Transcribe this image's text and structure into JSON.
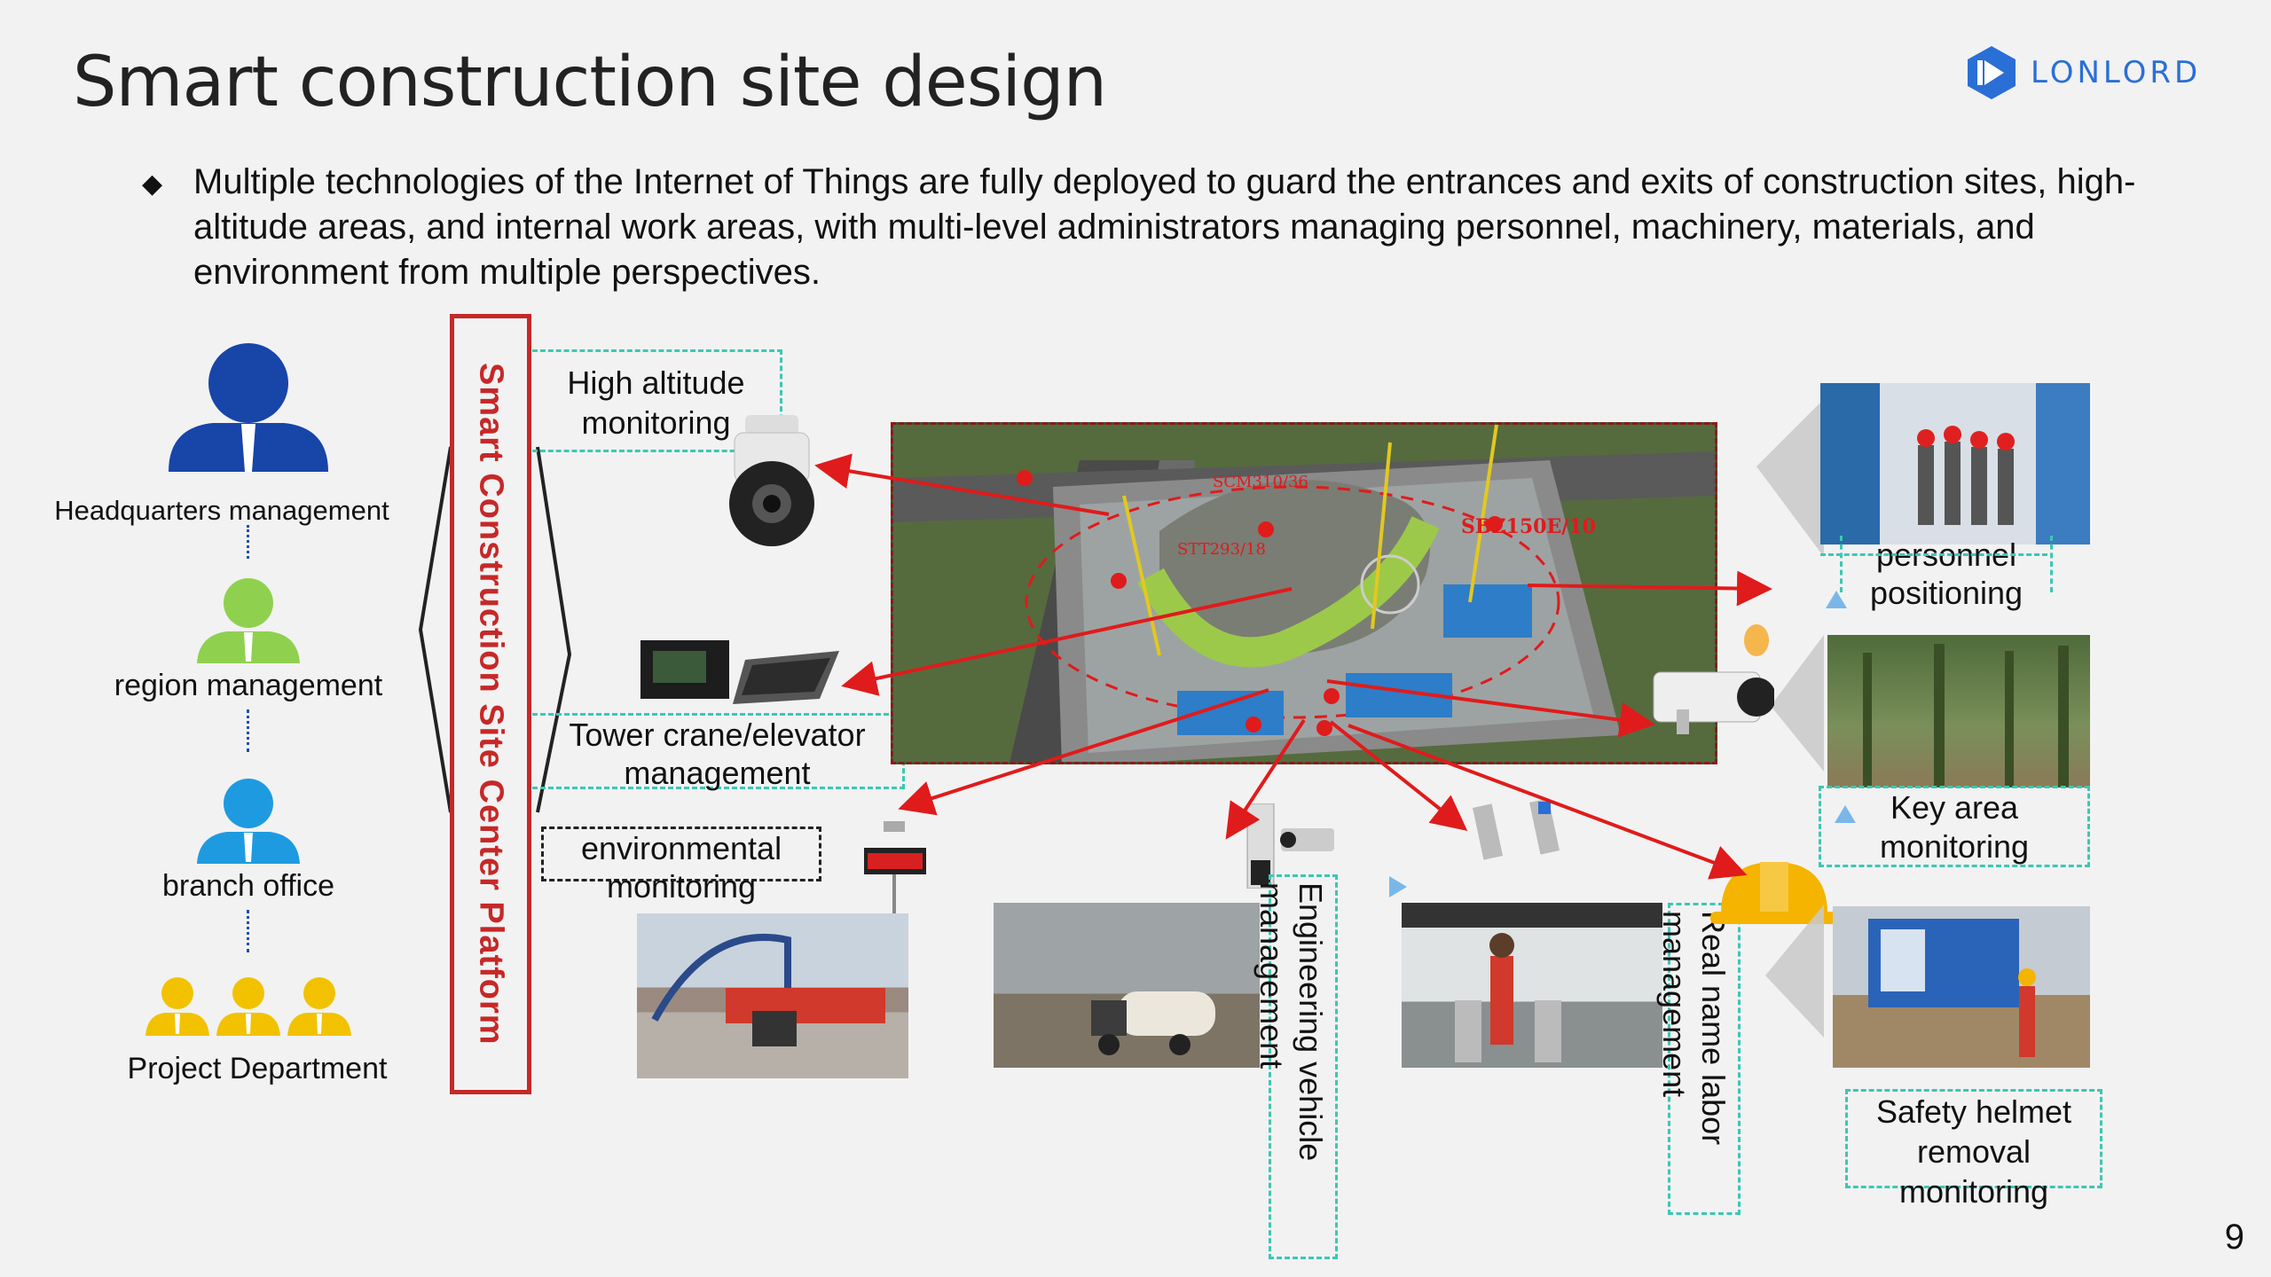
{
  "header": {
    "title": "Smart construction site design",
    "logo_text": "LONLORD",
    "page_number": "9"
  },
  "intro": {
    "bullet": "◆",
    "text": "Multiple technologies of the Internet of Things are fully deployed to guard the entrances and exits of construction sites, high-altitude areas, and internal work areas, with multi-level administrators managing personnel, machinery, materials, and environment from multiple perspectives."
  },
  "hierarchy": [
    {
      "label": "Headquarters management",
      "color": "#1745a8"
    },
    {
      "label": "region management",
      "color": "#8fd14f"
    },
    {
      "label": "branch office",
      "color": "#1e9be0"
    },
    {
      "label": "Project Department",
      "color": "#f2c200"
    }
  ],
  "platform": {
    "label": "Smart Construction Site Center Platform",
    "color": "#c62828"
  },
  "modules": {
    "high_altitude": "High altitude monitoring",
    "tower_crane": "Tower crane/elevator management",
    "environmental": "environmental monitoring",
    "engineering_vehicle": "Engineering vehicle management",
    "real_name_labor": "Real name labor management",
    "personnel": "personnel positioning",
    "key_area": "Key area monitoring",
    "safety_helmet": "Safety helmet removal monitoring"
  },
  "site_map": {
    "crane_labels": [
      "SCM310/36",
      "STT293/18",
      "SBZ150E/10"
    ]
  },
  "colors": {
    "accent_red": "#e01b1b",
    "dash_teal": "#3cc7b4"
  }
}
